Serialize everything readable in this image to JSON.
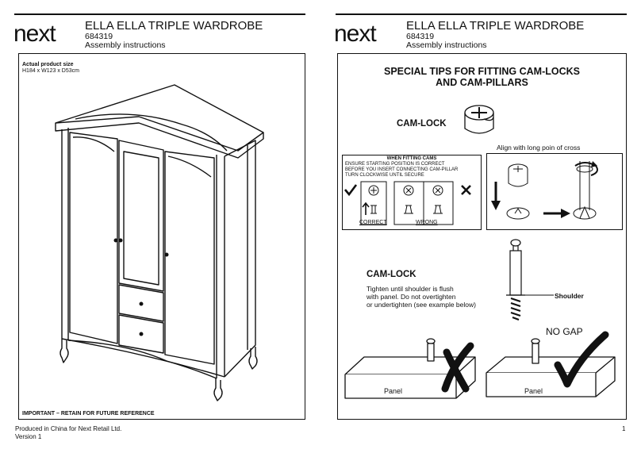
{
  "left_page": {
    "brand": "next",
    "product_title": "ELLA ELLA TRIPLE WARDROBE",
    "product_code": "684319",
    "doc_type": "Assembly instructions",
    "size_heading": "Actual product size",
    "size_value": "H184 x W123 x D53cm",
    "footer_note": "IMPORTANT – RETAIN FOR FUTURE REFERENCE",
    "produced_by": "Produced in China for Next Retail Ltd.",
    "version": "Version 1"
  },
  "right_page": {
    "brand": "next",
    "product_title": "ELLA ELLA TRIPLE WARDROBE",
    "product_code": "684319",
    "doc_type": "Assembly instructions",
    "heading_line1": "SPECIAL TIPS FOR FITTING CAM-LOCKS",
    "heading_line2": "AND CAM-PILLARS",
    "camlock_label_1": "CAM-LOCK",
    "align_caption": "Align with long poin of cross",
    "box_title": "WHEN FITTING CAMS",
    "box_line1": "ENSURE STARTING POSITION IS CORRECT",
    "box_line2": "BEFORE YOU INSERT CONNECTING CAM-PILLAR",
    "box_line3": "TURN CLOCKWISE UNTIL SECURE",
    "correct_label": "CORRECT",
    "wrong_label": "WRONG",
    "camlock_label_2": "CAM-LOCK",
    "tip_line1": "Tighten until shoulder is flush",
    "tip_line2": "with panel. Do not overtighten",
    "tip_line3": "or undertighten (see example below)",
    "shoulder_label": "Shoulder",
    "no_gap_label": "NO GAP",
    "panel_label_left": "Panel",
    "panel_label_right": "Panel",
    "page_number": "1"
  }
}
